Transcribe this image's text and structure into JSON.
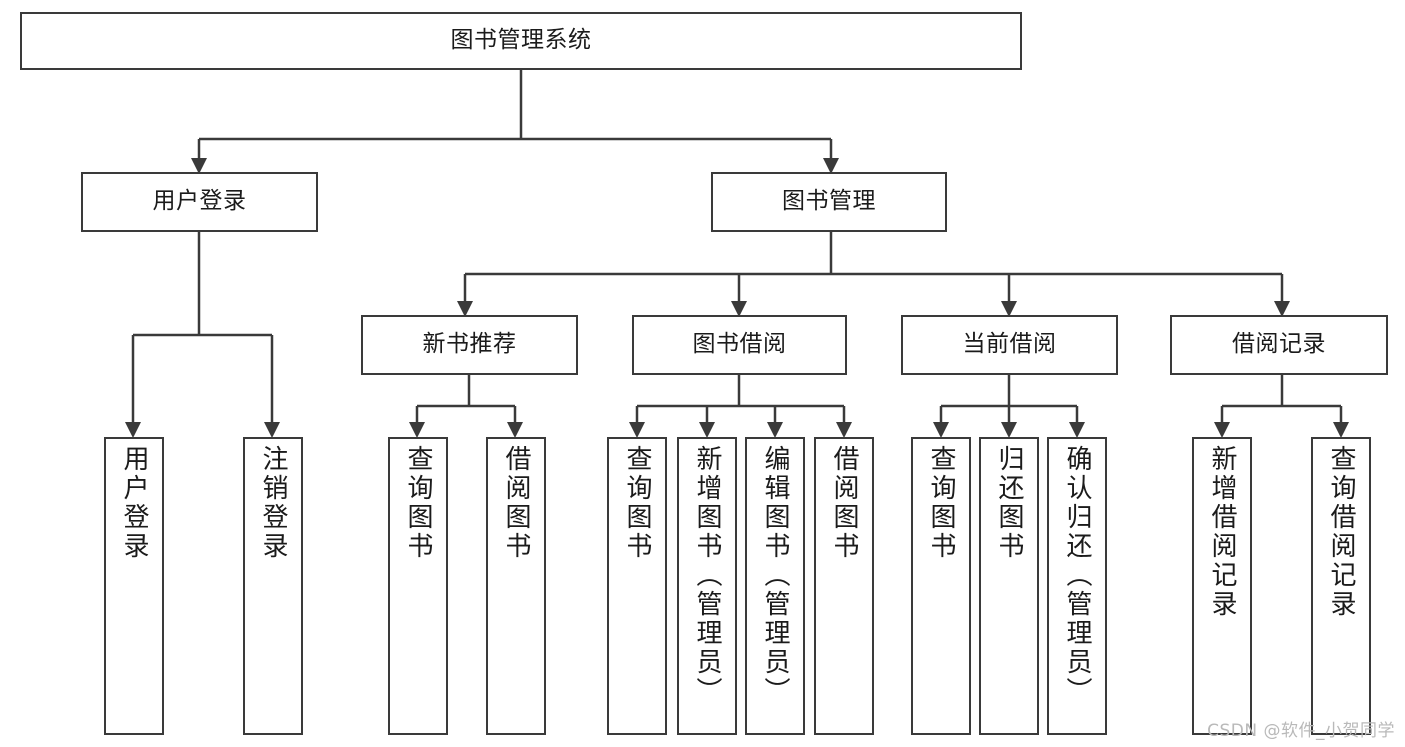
{
  "diagram": {
    "title": "图书管理系统",
    "type": "tree",
    "watermark": "CSDN @软件_小贺同学",
    "colors": {
      "stroke": "#3a3a3a",
      "fill": "#ffffff",
      "text": "#1b1b1b",
      "watermark": "#b9b9b9"
    },
    "root": {
      "label": "图书管理系统"
    },
    "level2": [
      {
        "label": "用户登录"
      },
      {
        "label": "图书管理"
      }
    ],
    "level3": [
      {
        "label": "新书推荐"
      },
      {
        "label": "图书借阅"
      },
      {
        "label": "当前借阅"
      },
      {
        "label": "借阅记录"
      }
    ],
    "leaves": {
      "user_login": [
        {
          "label": "用户登录"
        },
        {
          "label": "注销登录"
        }
      ],
      "new_book": [
        {
          "label": "查询图书"
        },
        {
          "label": "借阅图书"
        }
      ],
      "book_borrow": [
        {
          "label": "查询图书"
        },
        {
          "label": "新增图书（管理员）"
        },
        {
          "label": "编辑图书（管理员）"
        },
        {
          "label": "借阅图书"
        }
      ],
      "current_borrow": [
        {
          "label": "查询图书"
        },
        {
          "label": "归还图书"
        },
        {
          "label": "确认归还（管理员）"
        }
      ],
      "borrow_record": [
        {
          "label": "新增借阅记录"
        },
        {
          "label": "查询借阅记录"
        }
      ]
    }
  }
}
